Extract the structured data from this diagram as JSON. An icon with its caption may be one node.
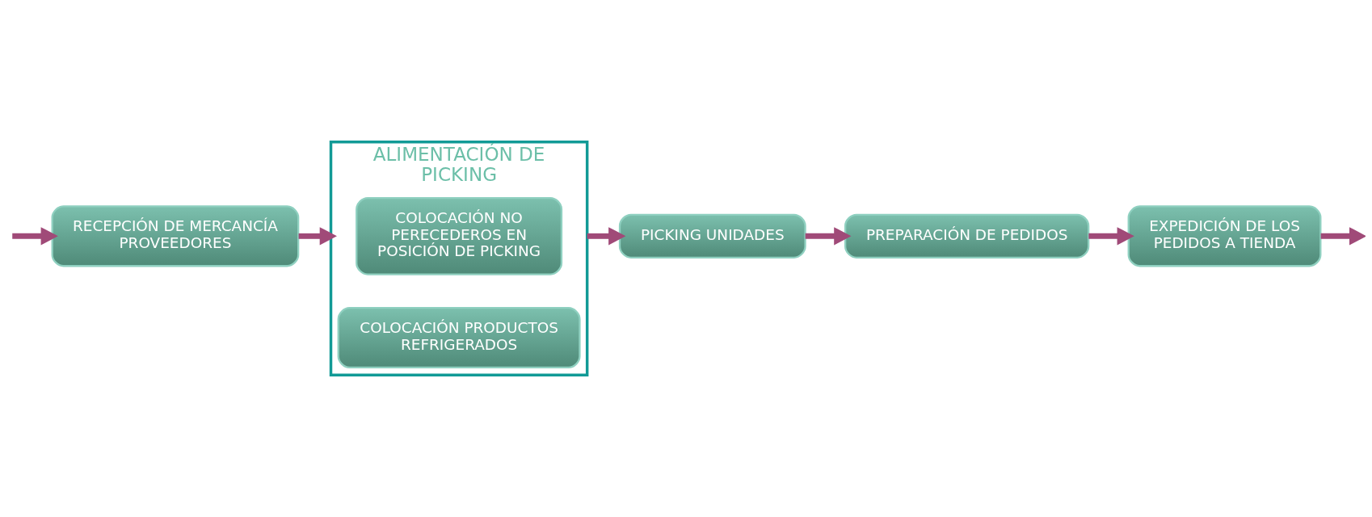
{
  "diagram": {
    "nodes": [
      {
        "text": [
          "PREPARACIÓN DE PEDIDOS"
        ]
      },
      {
        "text": [
          "EXPEDICIÓN DE LOS PEDIDOS A TIENDA"
        ]
      },
      {
        "text": [
          "ALIMENTACIÓN DE PICKING"
        ]
      },
      {
        "text": [
          "COLOCACIÓN NO PERECEDEROS EN POSICIÓN DE PICKING"
        ],
        "in": 2
      },
      {
        "text": [
          "COLOCACIÓN PRODUCTOS REFRIGERADOS"
        ],
        "in": 2
      },
      {
        "text": [
          "PICKING UNIDADES"
        ]
      },
      {
        "text": [
          "RECEPCIÓN DE MERCANCÍA PROVEEDORES"
        ]
      }
    ],
    "edges": [
      {
        "from": 0,
        "to": 1,
        "arrow": "to"
      },
      {
        "from": 1,
        "to": null,
        "arrow": "to"
      },
      {
        "from": null,
        "to": 6,
        "arrow": "to"
      },
      {
        "from": 6,
        "to": 2,
        "arrow": "to"
      },
      {
        "from": 2,
        "to": 5,
        "arrow": "to"
      },
      {
        "from": 5,
        "to": 0,
        "arrow": "to"
      }
    ]
  }
}
